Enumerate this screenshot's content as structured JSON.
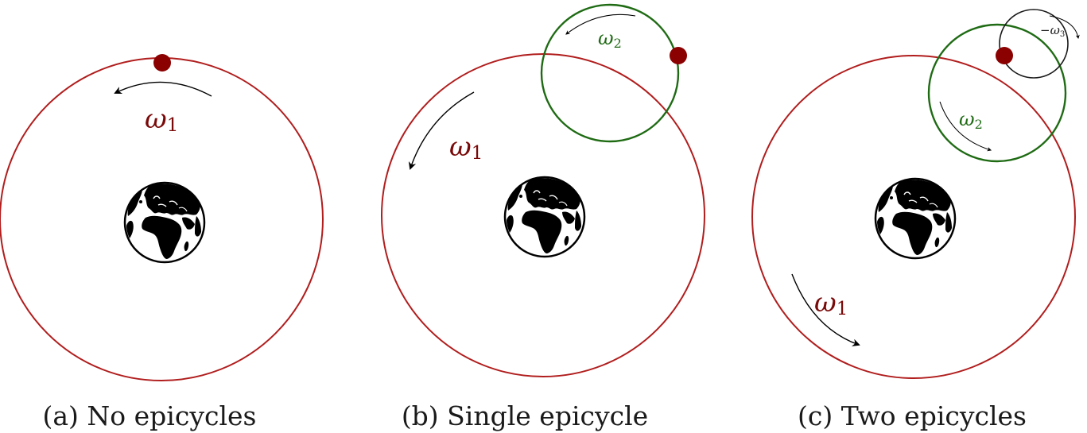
{
  "colors": {
    "deferent": "#b11d1d",
    "epicycle1": "#1f6b14",
    "epicycle2": "#1a1a1a",
    "planet": "#8b0000",
    "omega1_text": "#7a0a0a",
    "omega2_text": "#1f6b14",
    "omega3_text": "#1a1a1a",
    "arrow": "#000000"
  },
  "icons": {
    "earth": "earth-globe-icon",
    "planet": "planet-dot"
  },
  "panels": [
    {
      "id": "a",
      "caption": "(a) No epicycles",
      "labels": [
        {
          "symbol": "ω",
          "sub": "1"
        }
      ]
    },
    {
      "id": "b",
      "caption": "(b) Single epicycle",
      "labels": [
        {
          "symbol": "ω",
          "sub": "1"
        },
        {
          "symbol": "ω",
          "sub": "2"
        }
      ]
    },
    {
      "id": "c",
      "caption": "(c) Two epicycles",
      "labels": [
        {
          "symbol": "ω",
          "sub": "1"
        },
        {
          "symbol": "ω",
          "sub": "2"
        },
        {
          "symbol": "−ω",
          "sub": "3"
        }
      ]
    }
  ]
}
